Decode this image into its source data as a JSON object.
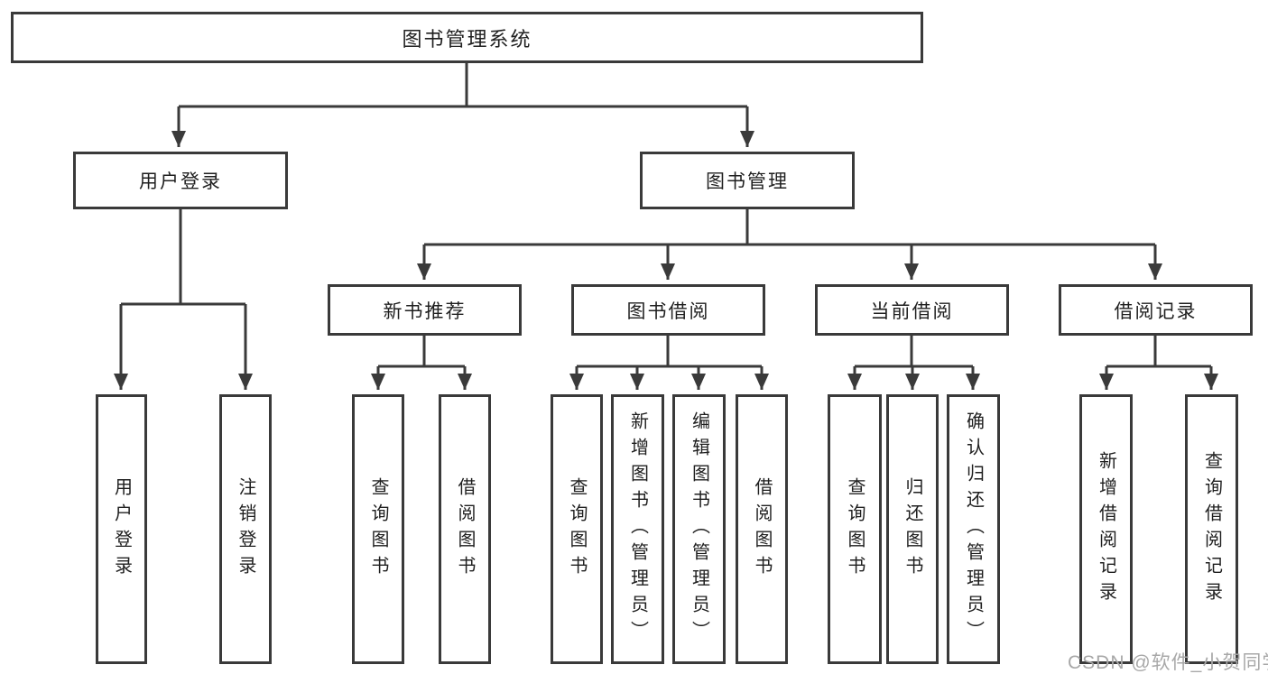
{
  "tree": {
    "label": "图书管理系统",
    "children": [
      {
        "label": "用户登录",
        "children": [
          {
            "label": "用户登录"
          },
          {
            "label": "注销登录"
          }
        ]
      },
      {
        "label": "图书管理",
        "children": [
          {
            "label": "新书推荐",
            "children": [
              {
                "label": "查询图书"
              },
              {
                "label": "借阅图书"
              }
            ]
          },
          {
            "label": "图书借阅",
            "children": [
              {
                "label": "查询图书"
              },
              {
                "label": "新增图书（管理员）"
              },
              {
                "label": "编辑图书（管理员）"
              },
              {
                "label": "借阅图书"
              }
            ]
          },
          {
            "label": "当前借阅",
            "children": [
              {
                "label": "查询图书"
              },
              {
                "label": "归还图书"
              },
              {
                "label": "确认归还（管理员）"
              }
            ]
          },
          {
            "label": "借阅记录",
            "children": [
              {
                "label": "新增借阅记录"
              },
              {
                "label": "查询借阅记录"
              }
            ]
          }
        ]
      }
    ]
  },
  "watermark": {
    "text": "CSDN @软件_小贺同学"
  },
  "colors": {
    "line": "#3a3a3a",
    "text": "#1f1f1f",
    "watermark": "#a8a8a8",
    "background": "#ffffff"
  }
}
